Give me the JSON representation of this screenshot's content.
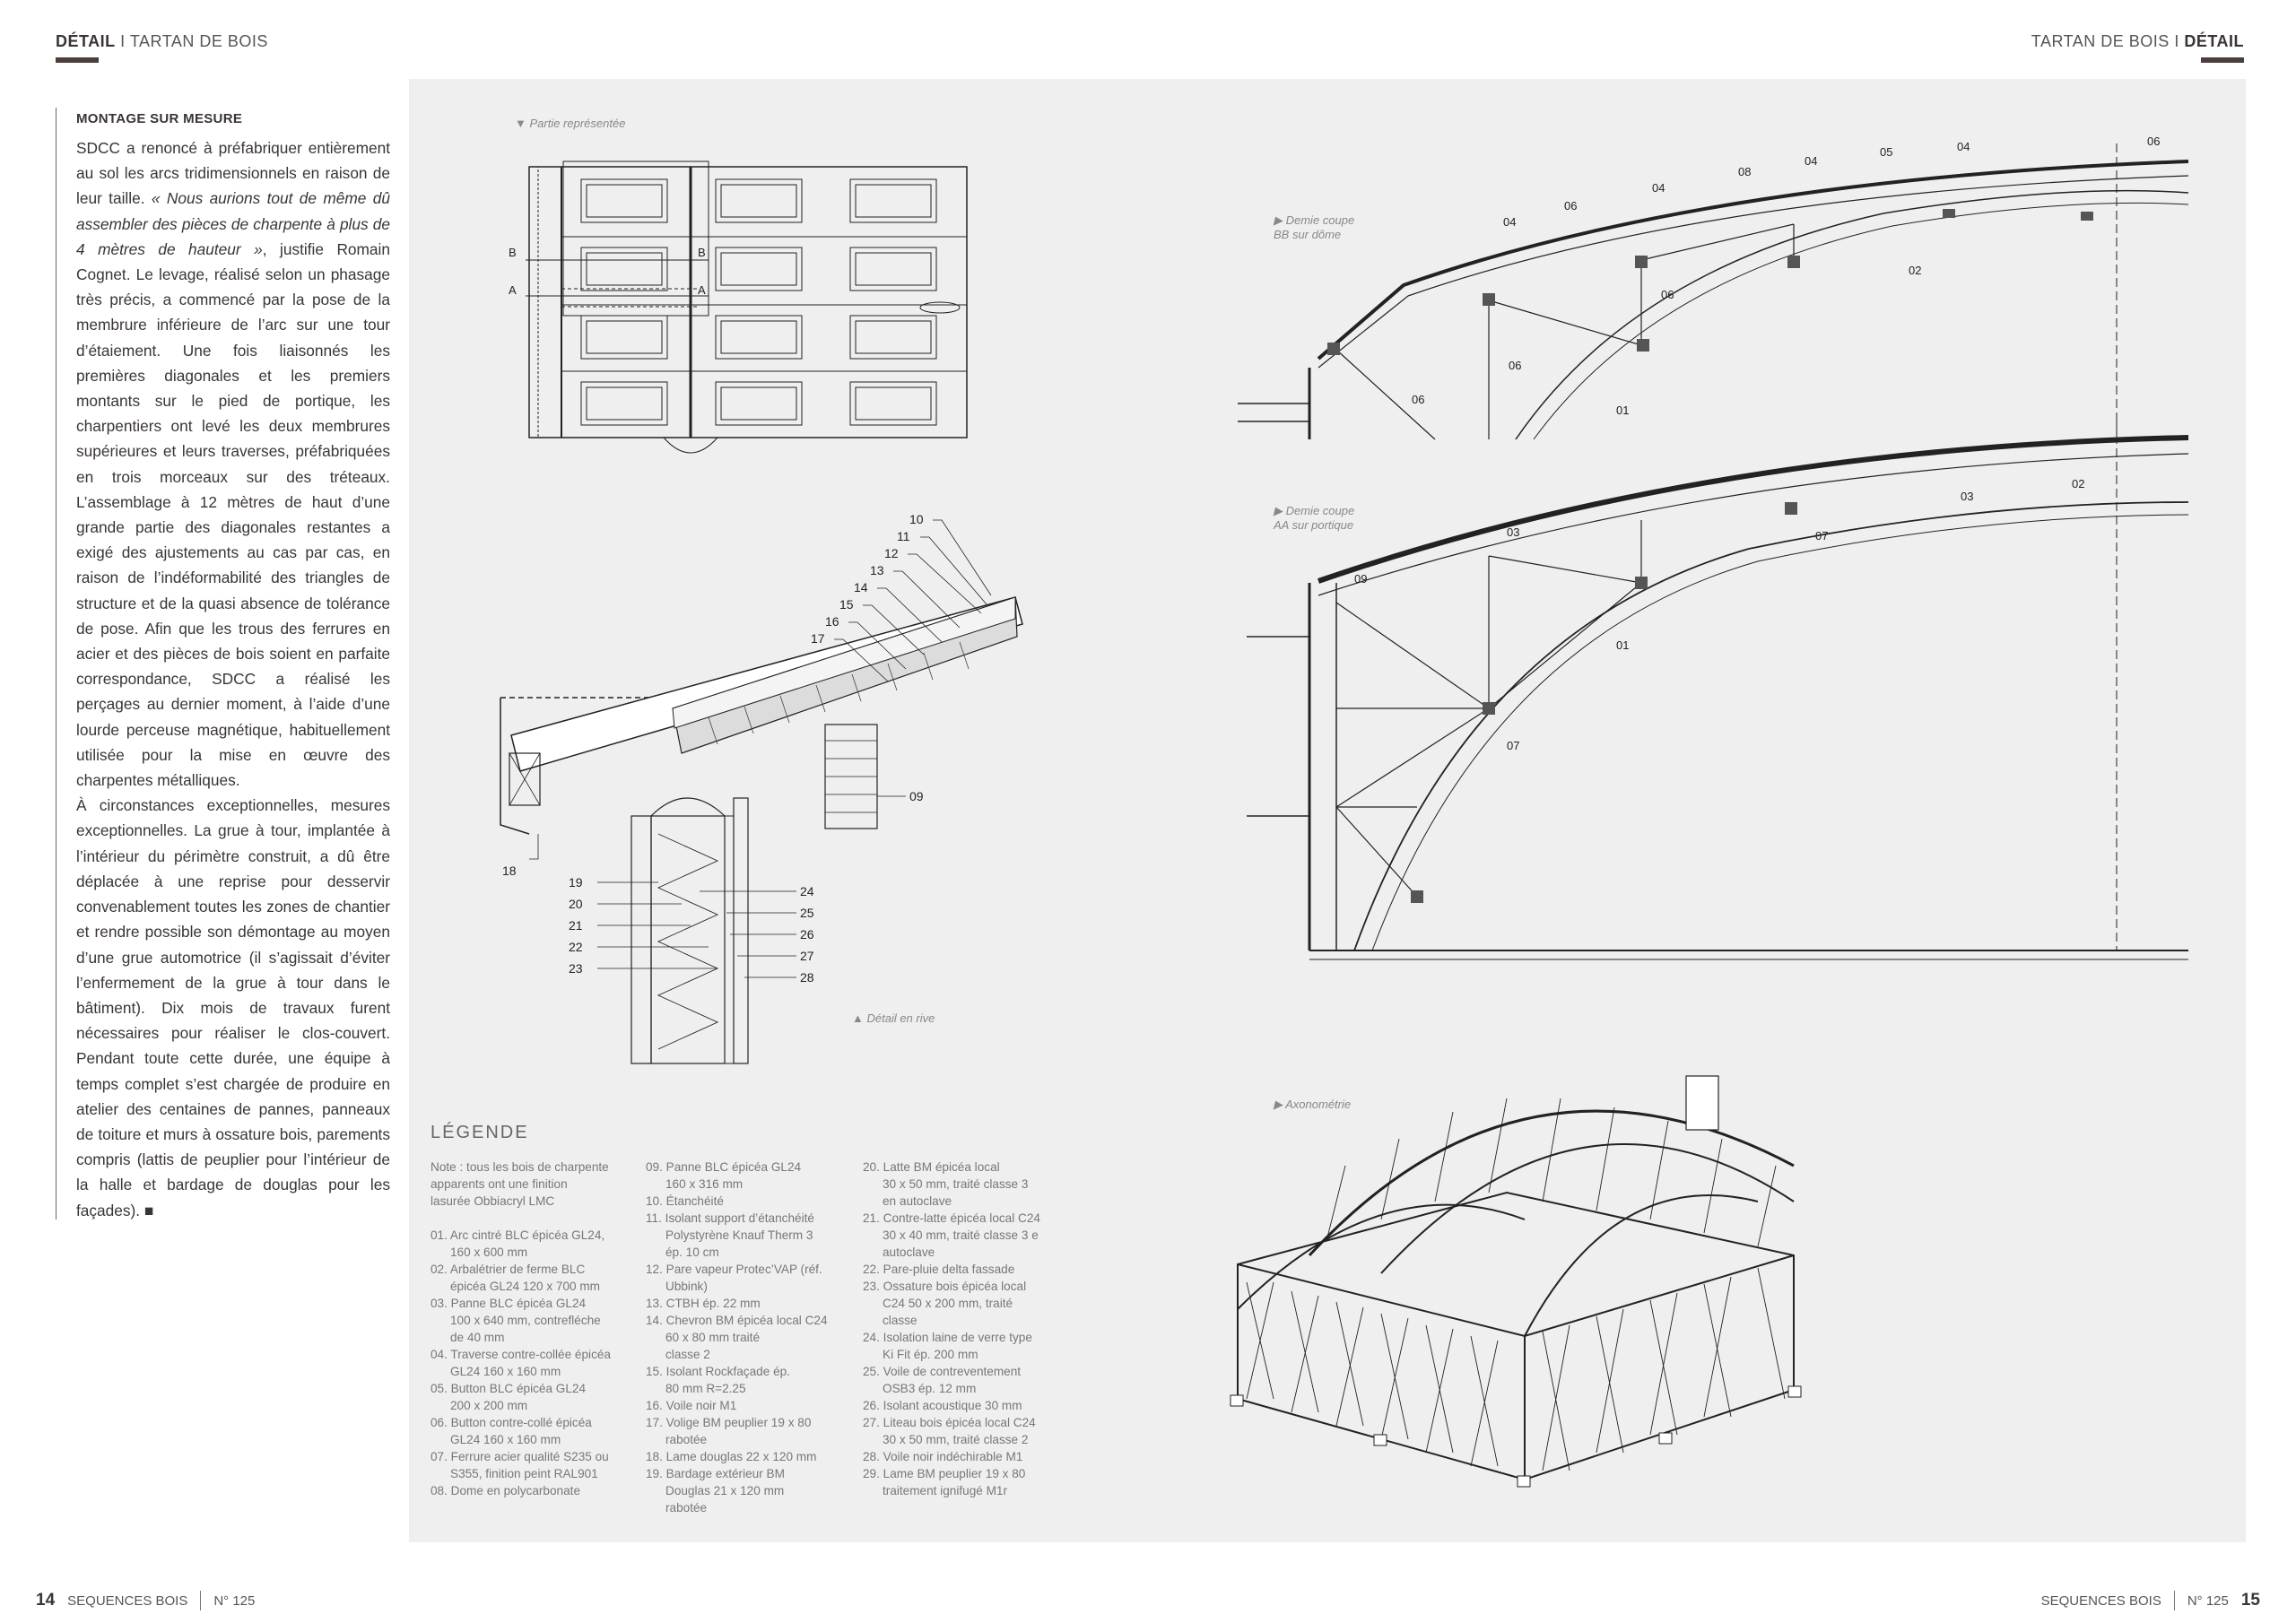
{
  "header": {
    "left_bold": "DÉTAIL",
    "left_sep": " I ",
    "left_rest": "TARTAN DE BOIS",
    "right_rest": "TARTAN DE BOIS",
    "right_sep": " I ",
    "right_bold": "DÉTAIL"
  },
  "footer": {
    "left_page": "14",
    "left_mag": "SEQUENCES BOIS",
    "left_issue": "N° 125",
    "right_mag": "SEQUENCES BOIS",
    "right_issue": "N° 125",
    "right_page": "15"
  },
  "article": {
    "subtitle": "MONTAGE SUR MESURE",
    "p1_a": "SDCC a renoncé à préfabriquer entièrement au sol les arcs tridimensionnels en raison de leur taille. ",
    "p1_quote": "« Nous aurions tout de même dû assembler des pièces de charpente à plus de 4 mètres de hauteur »",
    "p1_b": ", justifie Romain Cognet. Le levage, réalisé selon un phasage très précis, a commencé par la pose de la membrure inférieure de l’arc sur une tour d’étaiement. Une fois liaisonnés les premières diagonales et les premiers montants sur le pied de portique, les charpentiers ont levé les deux membrures supérieures et leurs traverses, préfabriquées en trois morceaux sur des tréteaux. L’assemblage à 12 mètres de haut d’une grande partie des diagonales restantes a exigé des ajustements au cas par cas, en raison de l’indéformabilité des triangles de structure et de la quasi absence de tolérance de pose. Afin que les trous des ferrures en acier et des pièces de bois soient en parfaite correspondance, SDCC a réalisé les perçages au dernier moment, à l’aide d’une lourde perceuse magnétique, habituellement utilisée pour la mise en œuvre des charpentes métalliques.",
    "p2": "À circonstances exceptionnelles, mesures exceptionnelles. La grue à tour, implantée à l’intérieur du périmètre construit, a dû être déplacée à une reprise pour desservir convenablement toutes les zones de chantier et rendre possible son démontage au moyen d’une grue automotrice (il s’agissait d’éviter l’enfermement de la grue à tour dans le bâtiment). Dix mois de travaux furent nécessaires pour réaliser le clos-couvert. Pendant toute cette durée, une équipe à temps complet s’est chargée de produire en atelier des centaines de pannes, panneaux de toiture et murs à ossature bois, parements compris (lattis de peuplier pour l’intérieur de la halle et bardage de douglas pour les façades). ■"
  },
  "captions": {
    "plan": "▼ Partie représentée",
    "bb_1": "▶ Demie coupe",
    "bb_2": "BB sur dôme",
    "aa_1": "▶ Demie coupe",
    "aa_2": "AA sur portique",
    "rive": "▲ Détail en rive",
    "axo": "▶ Axonométrie"
  },
  "plan_labels": {
    "b_left": "B",
    "a_left": "A",
    "b_right": "B",
    "a_right": "A"
  },
  "detail_labels": {
    "l10": "10",
    "l11": "11",
    "l12": "12",
    "l13": "13",
    "l14": "14",
    "l15": "15",
    "l16": "16",
    "l17": "17",
    "l09": "09",
    "l18": "18",
    "l19": "19",
    "l20": "20",
    "l21": "21",
    "l22": "22",
    "l23": "23",
    "l24": "24",
    "l25": "25",
    "l26": "26",
    "l27": "27",
    "l28": "28"
  },
  "section_bb_labels": {
    "a06": "06",
    "b04": "04",
    "c06": "06",
    "d04": "04",
    "e08": "08",
    "f04": "04",
    "g05": "05",
    "h04": "04",
    "i06": "06",
    "j02": "02",
    "k06": "06",
    "l06": "06",
    "m06": "06",
    "n01": "01"
  },
  "section_aa_labels": {
    "a03": "03",
    "b02": "02",
    "c03": "03",
    "d07": "07",
    "e09": "09",
    "f01": "01",
    "g07": "07"
  },
  "legend": {
    "title": "LÉGENDE",
    "note": [
      "Note : tous les bois de charpente",
      "apparents ont une finition",
      "lasurée Obbiacryl LMC"
    ],
    "col1": [
      [
        "01. Arc cintré BLC épicéa GL24,",
        "160 x 600 mm"
      ],
      [
        "02. Arbalétrier de ferme BLC",
        "épicéa GL24 120 x 700 mm"
      ],
      [
        "03. Panne BLC épicéa GL24",
        "100 x 640 mm, contrefléche",
        "de 40 mm"
      ],
      [
        "04. Traverse contre-collée épicéa",
        "GL24 160 x 160 mm"
      ],
      [
        "05. Button BLC épicéa GL24",
        "200 x 200 mm"
      ],
      [
        "06. Button contre-collé épicéa",
        "GL24 160 x 160 mm"
      ],
      [
        "07. Ferrure acier qualité S235 ou",
        "S355, finition peint RAL901"
      ],
      [
        "08. Dome en polycarbonate"
      ]
    ],
    "col2": [
      [
        "09. Panne BLC épicéa GL24",
        "160 x 316 mm"
      ],
      [
        "10. Étanchéité"
      ],
      [
        "11. Isolant support d’étanchéité",
        "Polystyrène Knauf Therm 3",
        "ép. 10 cm"
      ],
      [
        "12. Pare vapeur Protec’VAP (réf.",
        "Ubbink)"
      ],
      [
        "13. CTBH ép. 22 mm"
      ],
      [
        "14. Chevron BM épicéa local C24",
        "60 x 80 mm traité",
        "classe 2"
      ],
      [
        "15. Isolant Rockfaçade ép.",
        "80 mm R=2.25"
      ],
      [
        "16. Voile noir M1"
      ],
      [
        "17. Volige BM peuplier 19 x 80",
        "rabotée"
      ],
      [
        "18. Lame douglas 22 x 120 mm"
      ],
      [
        "19. Bardage extérieur BM",
        "Douglas 21 x 120 mm",
        "rabotée"
      ]
    ],
    "col3": [
      [
        "20. Latte BM épicéa local",
        "30 x 50 mm, traité classe 3",
        "en autoclave"
      ],
      [
        "21. Contre-latte épicéa local C24",
        "30 x 40 mm, traité classe 3 e",
        "autoclave"
      ],
      [
        "22. Pare-pluie delta fassade"
      ],
      [
        "23. Ossature bois épicéa local",
        "C24 50 x 200 mm, traité",
        "classe"
      ],
      [
        "24. Isolation laine de verre type",
        "Ki Fit ép. 200 mm"
      ],
      [
        "25. Voile de contreventement",
        "OSB3 ép. 12 mm"
      ],
      [
        "26. Isolant acoustique 30 mm"
      ],
      [
        "27. Liteau bois épicéa local C24",
        "30 x 50 mm, traité classe 2"
      ],
      [
        "28. Voile noir indéchirable M1"
      ],
      [
        "29. Lame BM peuplier 19 x 80",
        "traitement ignifugé M1r"
      ]
    ]
  }
}
